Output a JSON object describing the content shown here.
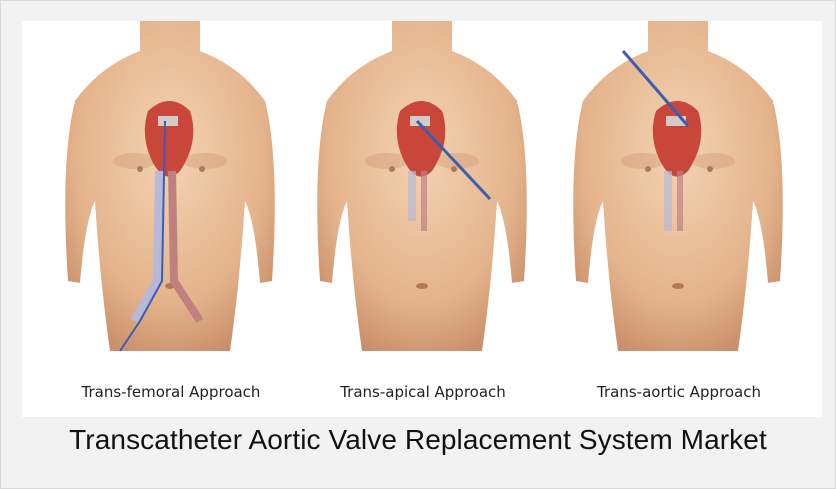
{
  "panels": [
    {
      "caption": "Trans-femoral Approach",
      "approach": "femoral"
    },
    {
      "caption": "Trans-apical Approach",
      "approach": "apical"
    },
    {
      "caption": "Trans-aortic Approach",
      "approach": "aortic"
    }
  ],
  "title": "Transcatheter Aortic Valve Replacement System Market",
  "colors": {
    "background": "#f2f2f2",
    "skin": "#e9bf98",
    "skin_shadow": "#c88f69",
    "heart": "#c9473a",
    "vessel": "#b8b8d8",
    "catheter": "#3a5fb0"
  }
}
